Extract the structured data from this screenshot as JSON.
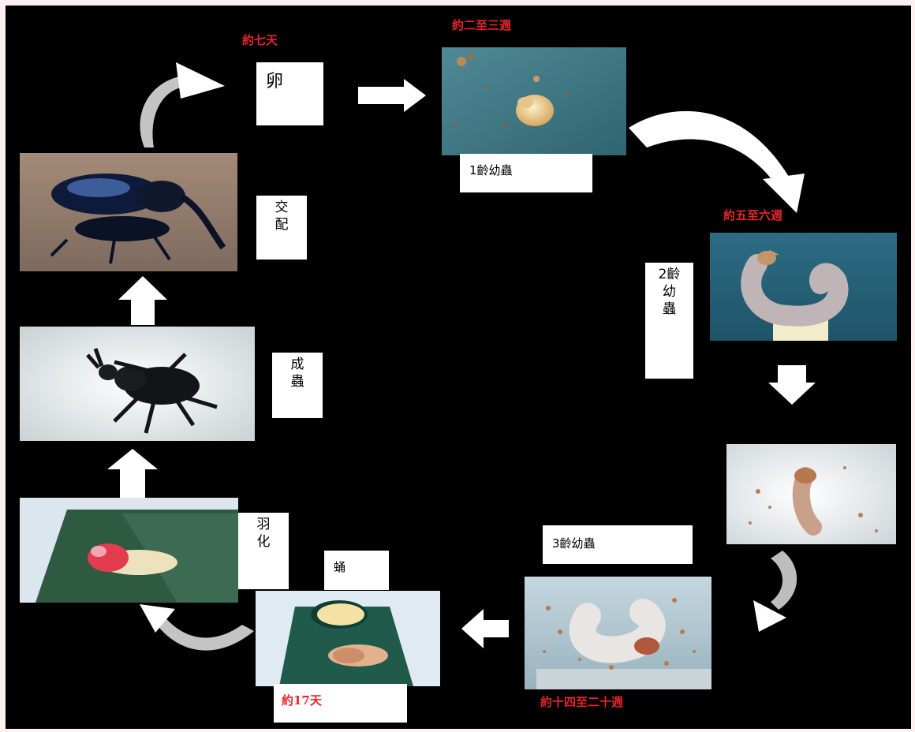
{
  "stages": {
    "egg": {
      "label": "卵"
    },
    "larva1": {
      "label": "1齡幼蟲"
    },
    "larva2": {
      "label": "2齡\n幼\n蟲"
    },
    "larva3": {
      "label": "3齡幼蟲"
    },
    "pupa": {
      "label": "蛹"
    },
    "eclosion": {
      "label": "羽\n化"
    },
    "adult": {
      "label": "成\n蟲"
    },
    "mating": {
      "label": "交\n配"
    }
  },
  "durations": {
    "egg_to_larva1": "約二至三週",
    "larva1_to_larva2": "約五至六週",
    "larva3_to_pupa": "約十四至二十週",
    "pupa": "約17天",
    "mating_to_egg": "約七天"
  },
  "colors": {
    "background": "#000000",
    "frame": "#fdf0f0",
    "duration_text": "#e8242b",
    "arrow": "#ffffff"
  }
}
